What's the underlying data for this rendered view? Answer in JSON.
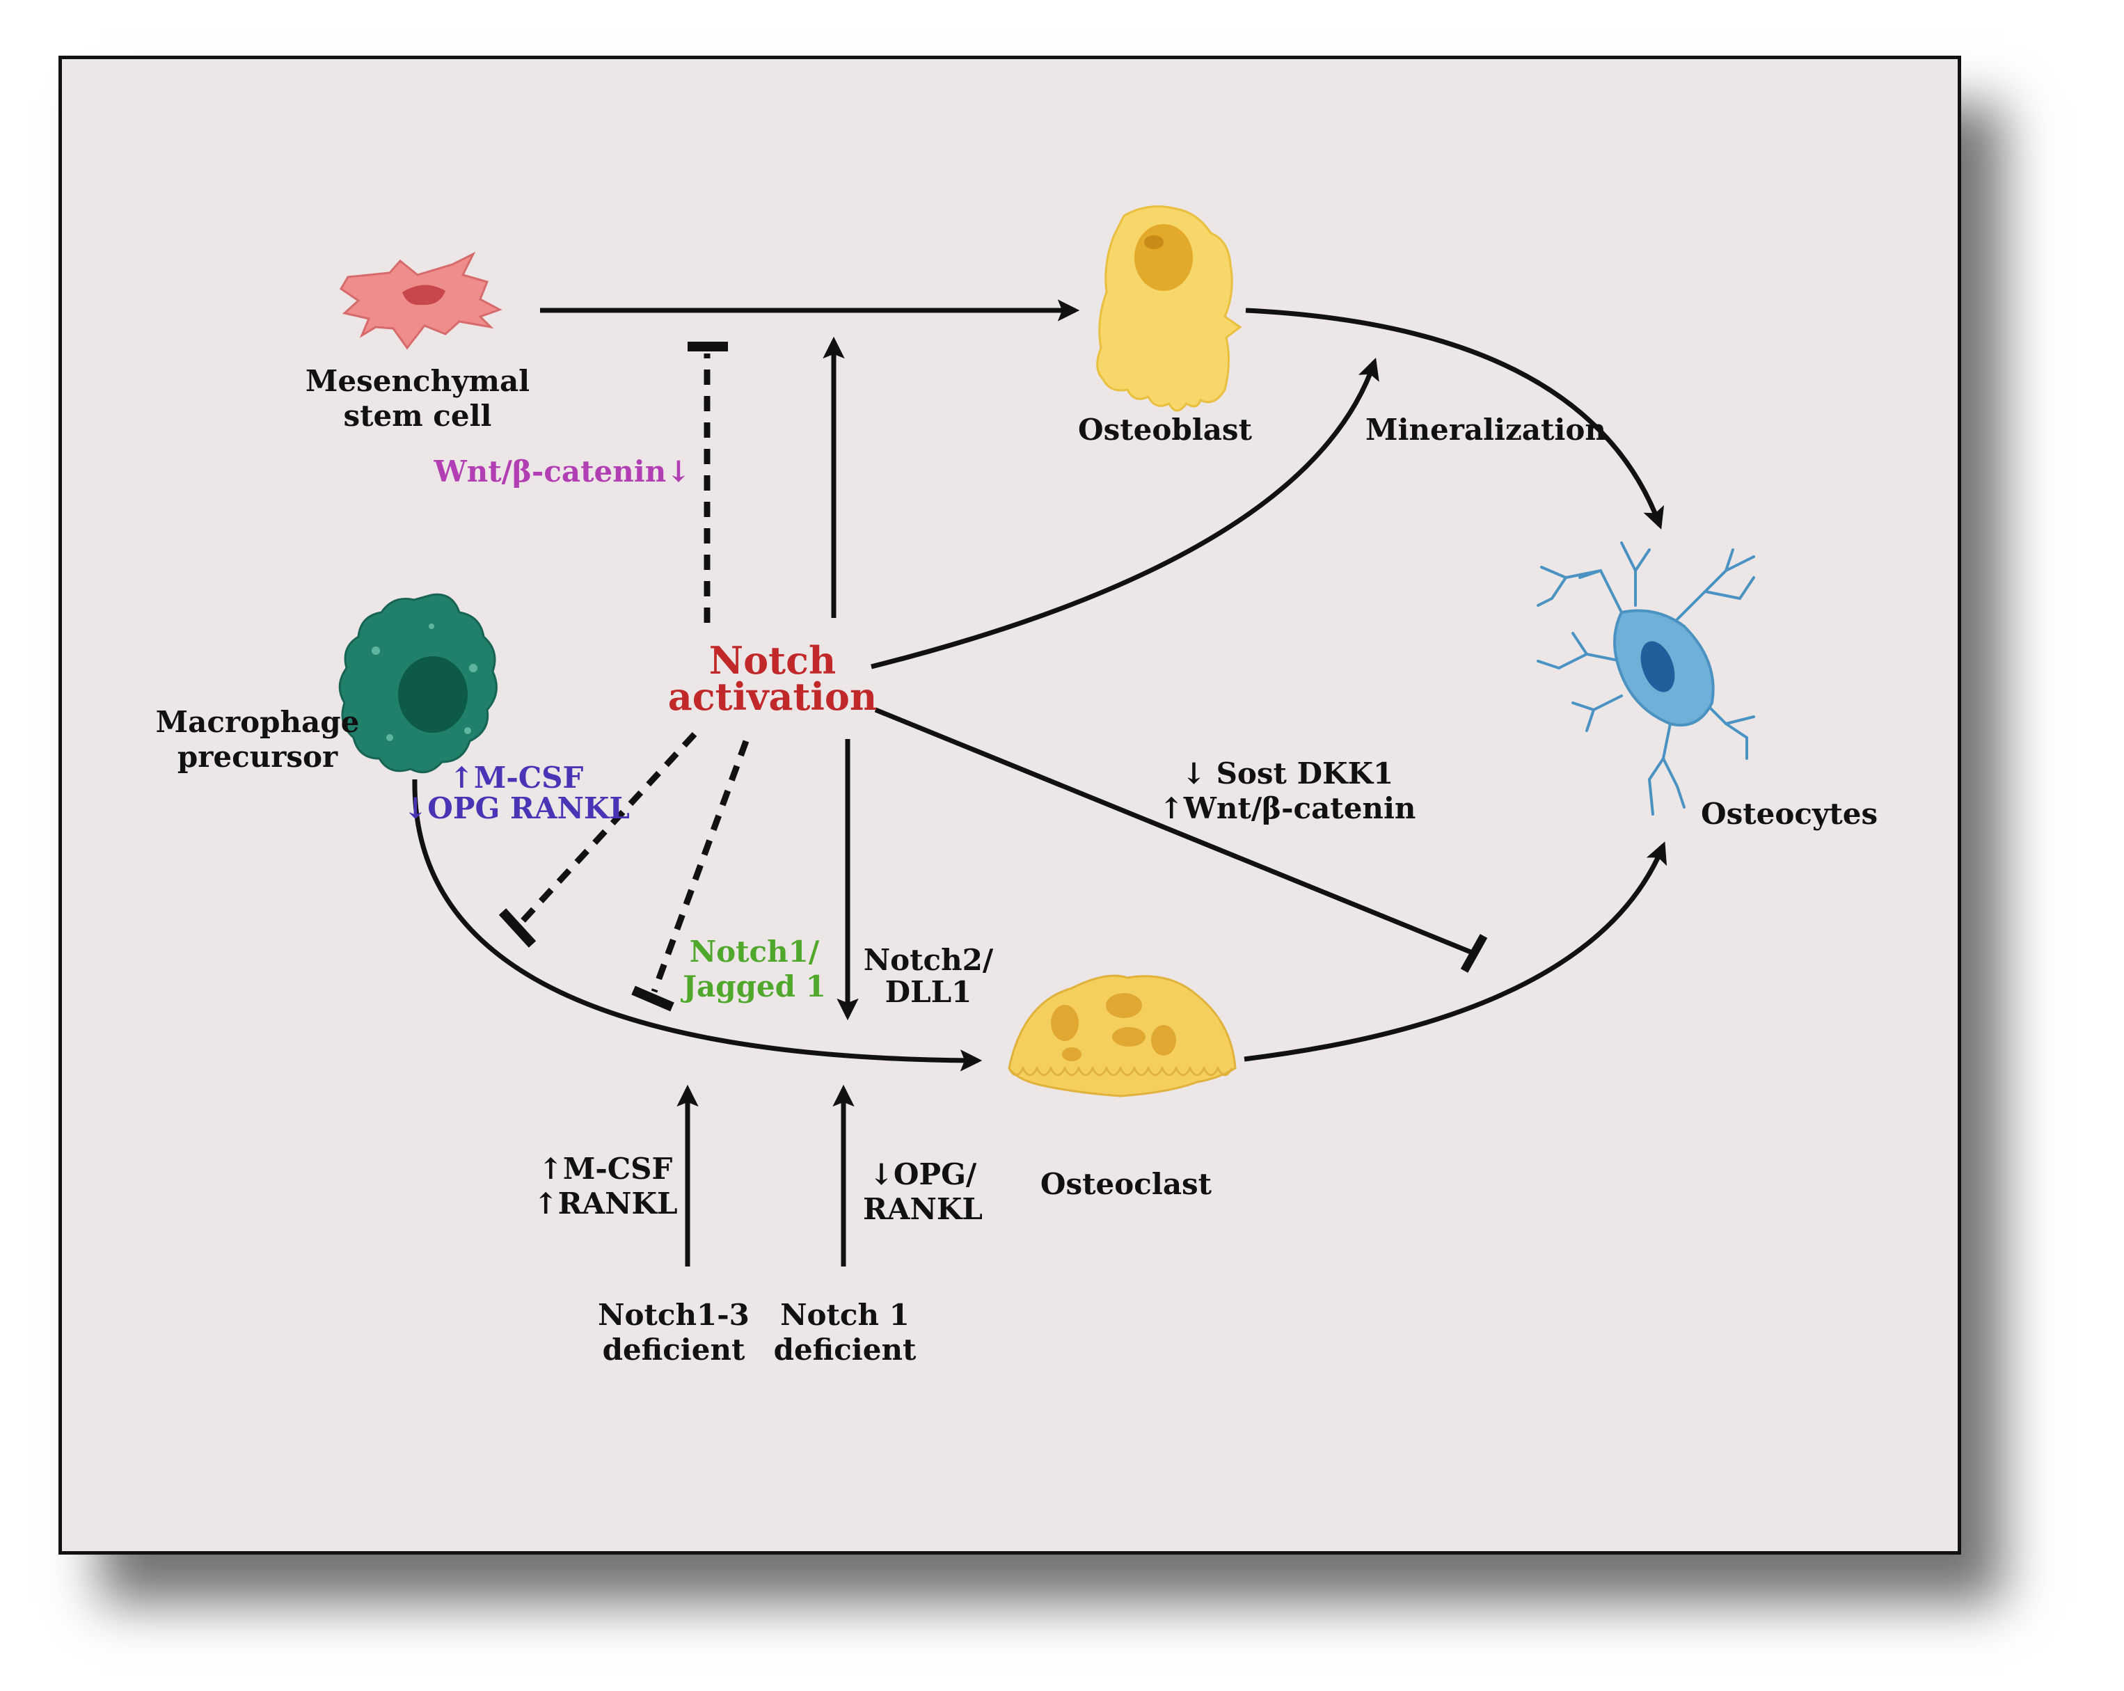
{
  "colors": {
    "background": "#ece6e6",
    "stroke": "#111111",
    "notch": "#c0282a",
    "wnt": "#b13fb3",
    "blue": "#4a34b6",
    "green": "#4fa82c",
    "msc_cell": "#ef8c8c",
    "osteoblast_cell": "#f7d769",
    "osteoclast_cell": "#f5cf5e",
    "macrophage_cell": "#21806c",
    "osteocyte_cell": "#6fb0d8"
  },
  "icons": {
    "msc": "mesenchymal-stem-cell-icon",
    "osteoblast": "osteoblast-icon",
    "osteocyte": "osteocyte-icon",
    "macrophage": "macrophage-icon",
    "osteoclast": "osteoclast-icon"
  },
  "labels": {
    "msc_line1": "Mesenchymal",
    "msc_line2": "stem cell",
    "osteoblast": "Osteoblast",
    "mineralization": "Mineralization",
    "osteocytes": "Osteocytes",
    "macrophage_line1": "Macrophage",
    "macrophage_line2": "precursor",
    "osteoclast": "Osteoclast",
    "notch_line1": "Notch",
    "notch_line2": "activation",
    "wnt_down": "Wnt/β-catenin↓",
    "mcsf_up": "↑M-CSF",
    "opg_rankl_down": "↓OPG RANKL",
    "sost_dkk1": "↓ Sost DKK1",
    "wnt_up": "↑Wnt/β-catenin",
    "notch1_jagged_line1": "Notch1/",
    "notch1_jagged_line2": "Jagged 1",
    "notch2_dll1_line1": "Notch2/",
    "notch2_dll1_line2": "DLL1",
    "mcsf_rankl_line1": "↑M-CSF",
    "mcsf_rankl_line2": "↑RANKL",
    "opg_rankl_line1": "↓OPG/",
    "opg_rankl_line2": "RANKL",
    "notch13_line1": "Notch1-3",
    "notch13_line2": "deficient",
    "notch1_line1": "Notch 1",
    "notch1_line2": "deficient"
  }
}
